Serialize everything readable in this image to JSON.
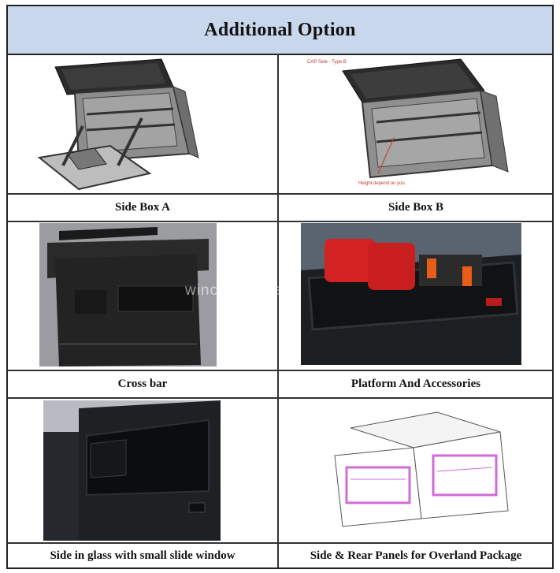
{
  "title": "Additional Option",
  "items": [
    {
      "label": "Side Box A",
      "image": "canopy-side-box-a-drawing"
    },
    {
      "label": "Side Box B",
      "image": "canopy-side-box-b-drawing",
      "note_top": "CAP Side - Type B",
      "note_bottom": "Height depend on you."
    },
    {
      "label": "Cross bar",
      "image": "canopy-cross-bar-photo"
    },
    {
      "label": "Platform And Accessories",
      "image": "roof-platform-jerry-cans-photo"
    },
    {
      "label": "Side in glass with small slide window",
      "image": "side-glass-window-photo"
    },
    {
      "label": "Side & Rear Panels for Overland Package",
      "image": "overland-panels-drawing"
    }
  ],
  "watermark": "wincar.en.made"
}
